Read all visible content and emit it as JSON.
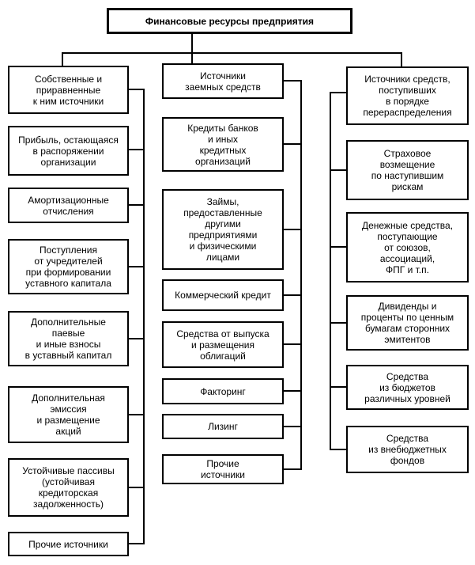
{
  "colors": {
    "line": "#000000",
    "background": "#ffffff",
    "box_border": "#000000"
  },
  "diagram": {
    "title": "Финансовые ресурсы предприятия",
    "columns": [
      {
        "name": "own-and-equivalent-sources",
        "boxes": [
          {
            "label": "Собственные и\nприравненные\nк ним источники"
          },
          {
            "label": "Прибыль, остающаяся\nв распоряжении\nорганизации"
          },
          {
            "label": "Амортизационные\nотчисления"
          },
          {
            "label": "Поступления\nот учредителей\nпри формировании\nуставного капитала"
          },
          {
            "label": "Дополнительные\nпаевые\nи иные взносы\nв уставный капитал"
          },
          {
            "label": "Дополнительная\nэмиссия\nи размещение\nакций"
          },
          {
            "label": "Устойчивые пассивы\n(устойчивая\nкредиторская\nзадолженность)"
          },
          {
            "label": "Прочие источники"
          }
        ]
      },
      {
        "name": "borrowed-sources",
        "boxes": [
          {
            "label": "Источники\nзаемных средств"
          },
          {
            "label": "Кредиты банков\nи иных\nкредитных\nорганизаций"
          },
          {
            "label": "Займы,\nпредоставленные\nдругими\nпредприятиями\nи физическими\nлицами"
          },
          {
            "label": "Коммерческий кредит"
          },
          {
            "label": "Средства от выпуска\nи размещения\nоблигаций"
          },
          {
            "label": "Факторинг"
          },
          {
            "label": "Лизинг"
          },
          {
            "label": "Прочие\nисточники"
          }
        ]
      },
      {
        "name": "redistribution-sources",
        "boxes": [
          {
            "label": "Источники средств,\nпоступивших\nв порядке\nперераспределения"
          },
          {
            "label": "Страховое\nвозмещение\nпо наступившим\nрискам"
          },
          {
            "label": "Денежные средства,\nпоступающие\nот союзов,\nассоциаций,\nФПГ и т.п."
          },
          {
            "label": "Дивиденды и\nпроценты по ценным\nбумагам сторонних\nэмитентов"
          },
          {
            "label": "Средства\nиз бюджетов\nразличных уровней"
          },
          {
            "label": "Средства\nиз внебюджетных\nфондов"
          }
        ]
      }
    ]
  }
}
